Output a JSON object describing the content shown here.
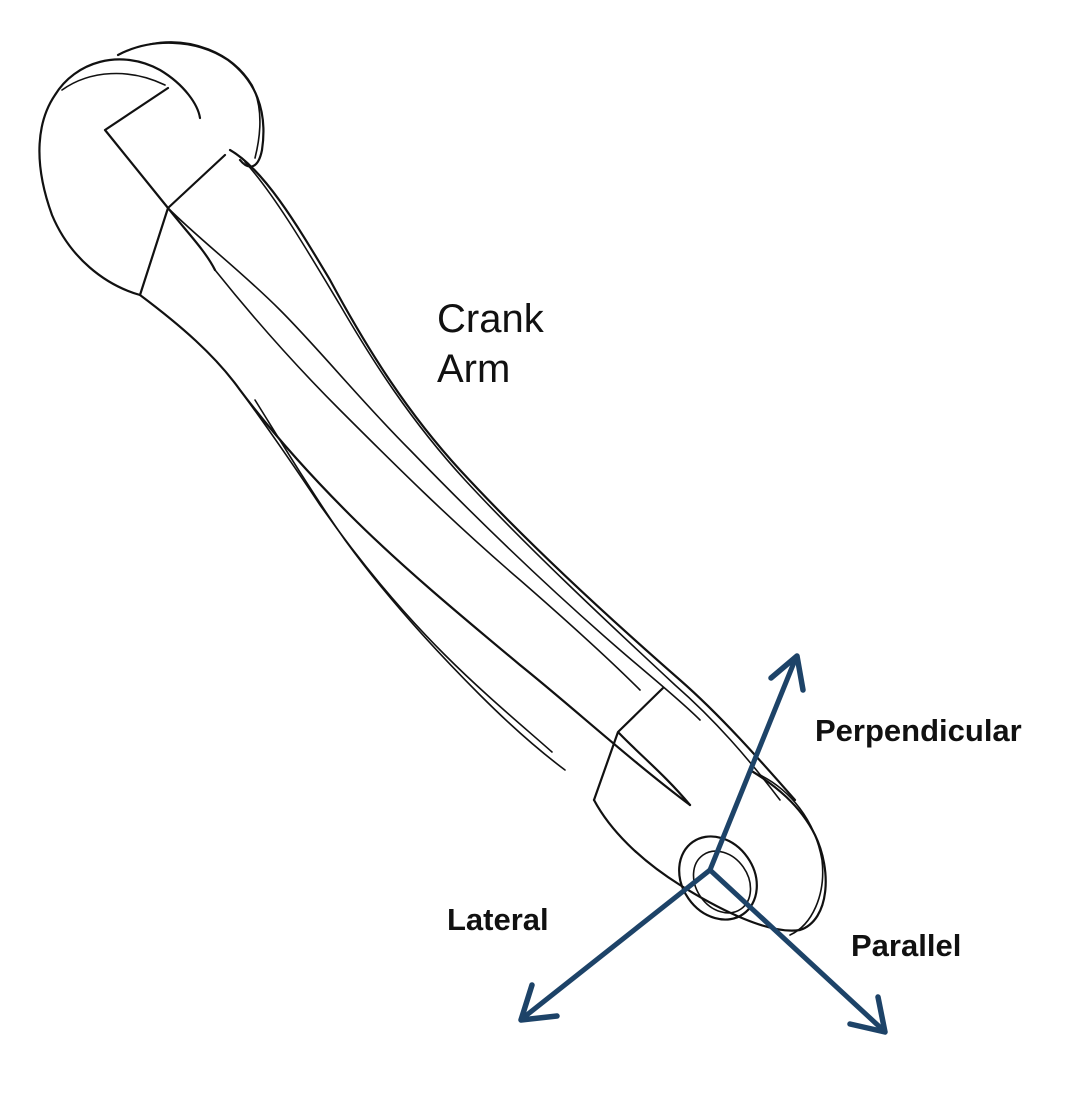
{
  "diagram": {
    "component_label_line1": "Crank",
    "component_label_line2": "Arm",
    "axes": {
      "perpendicular": "Perpendicular",
      "lateral": "Lateral",
      "parallel": "Parallel"
    },
    "colors": {
      "arrow": "#1d4368",
      "outline": "#111111",
      "background": "#ffffff"
    }
  }
}
